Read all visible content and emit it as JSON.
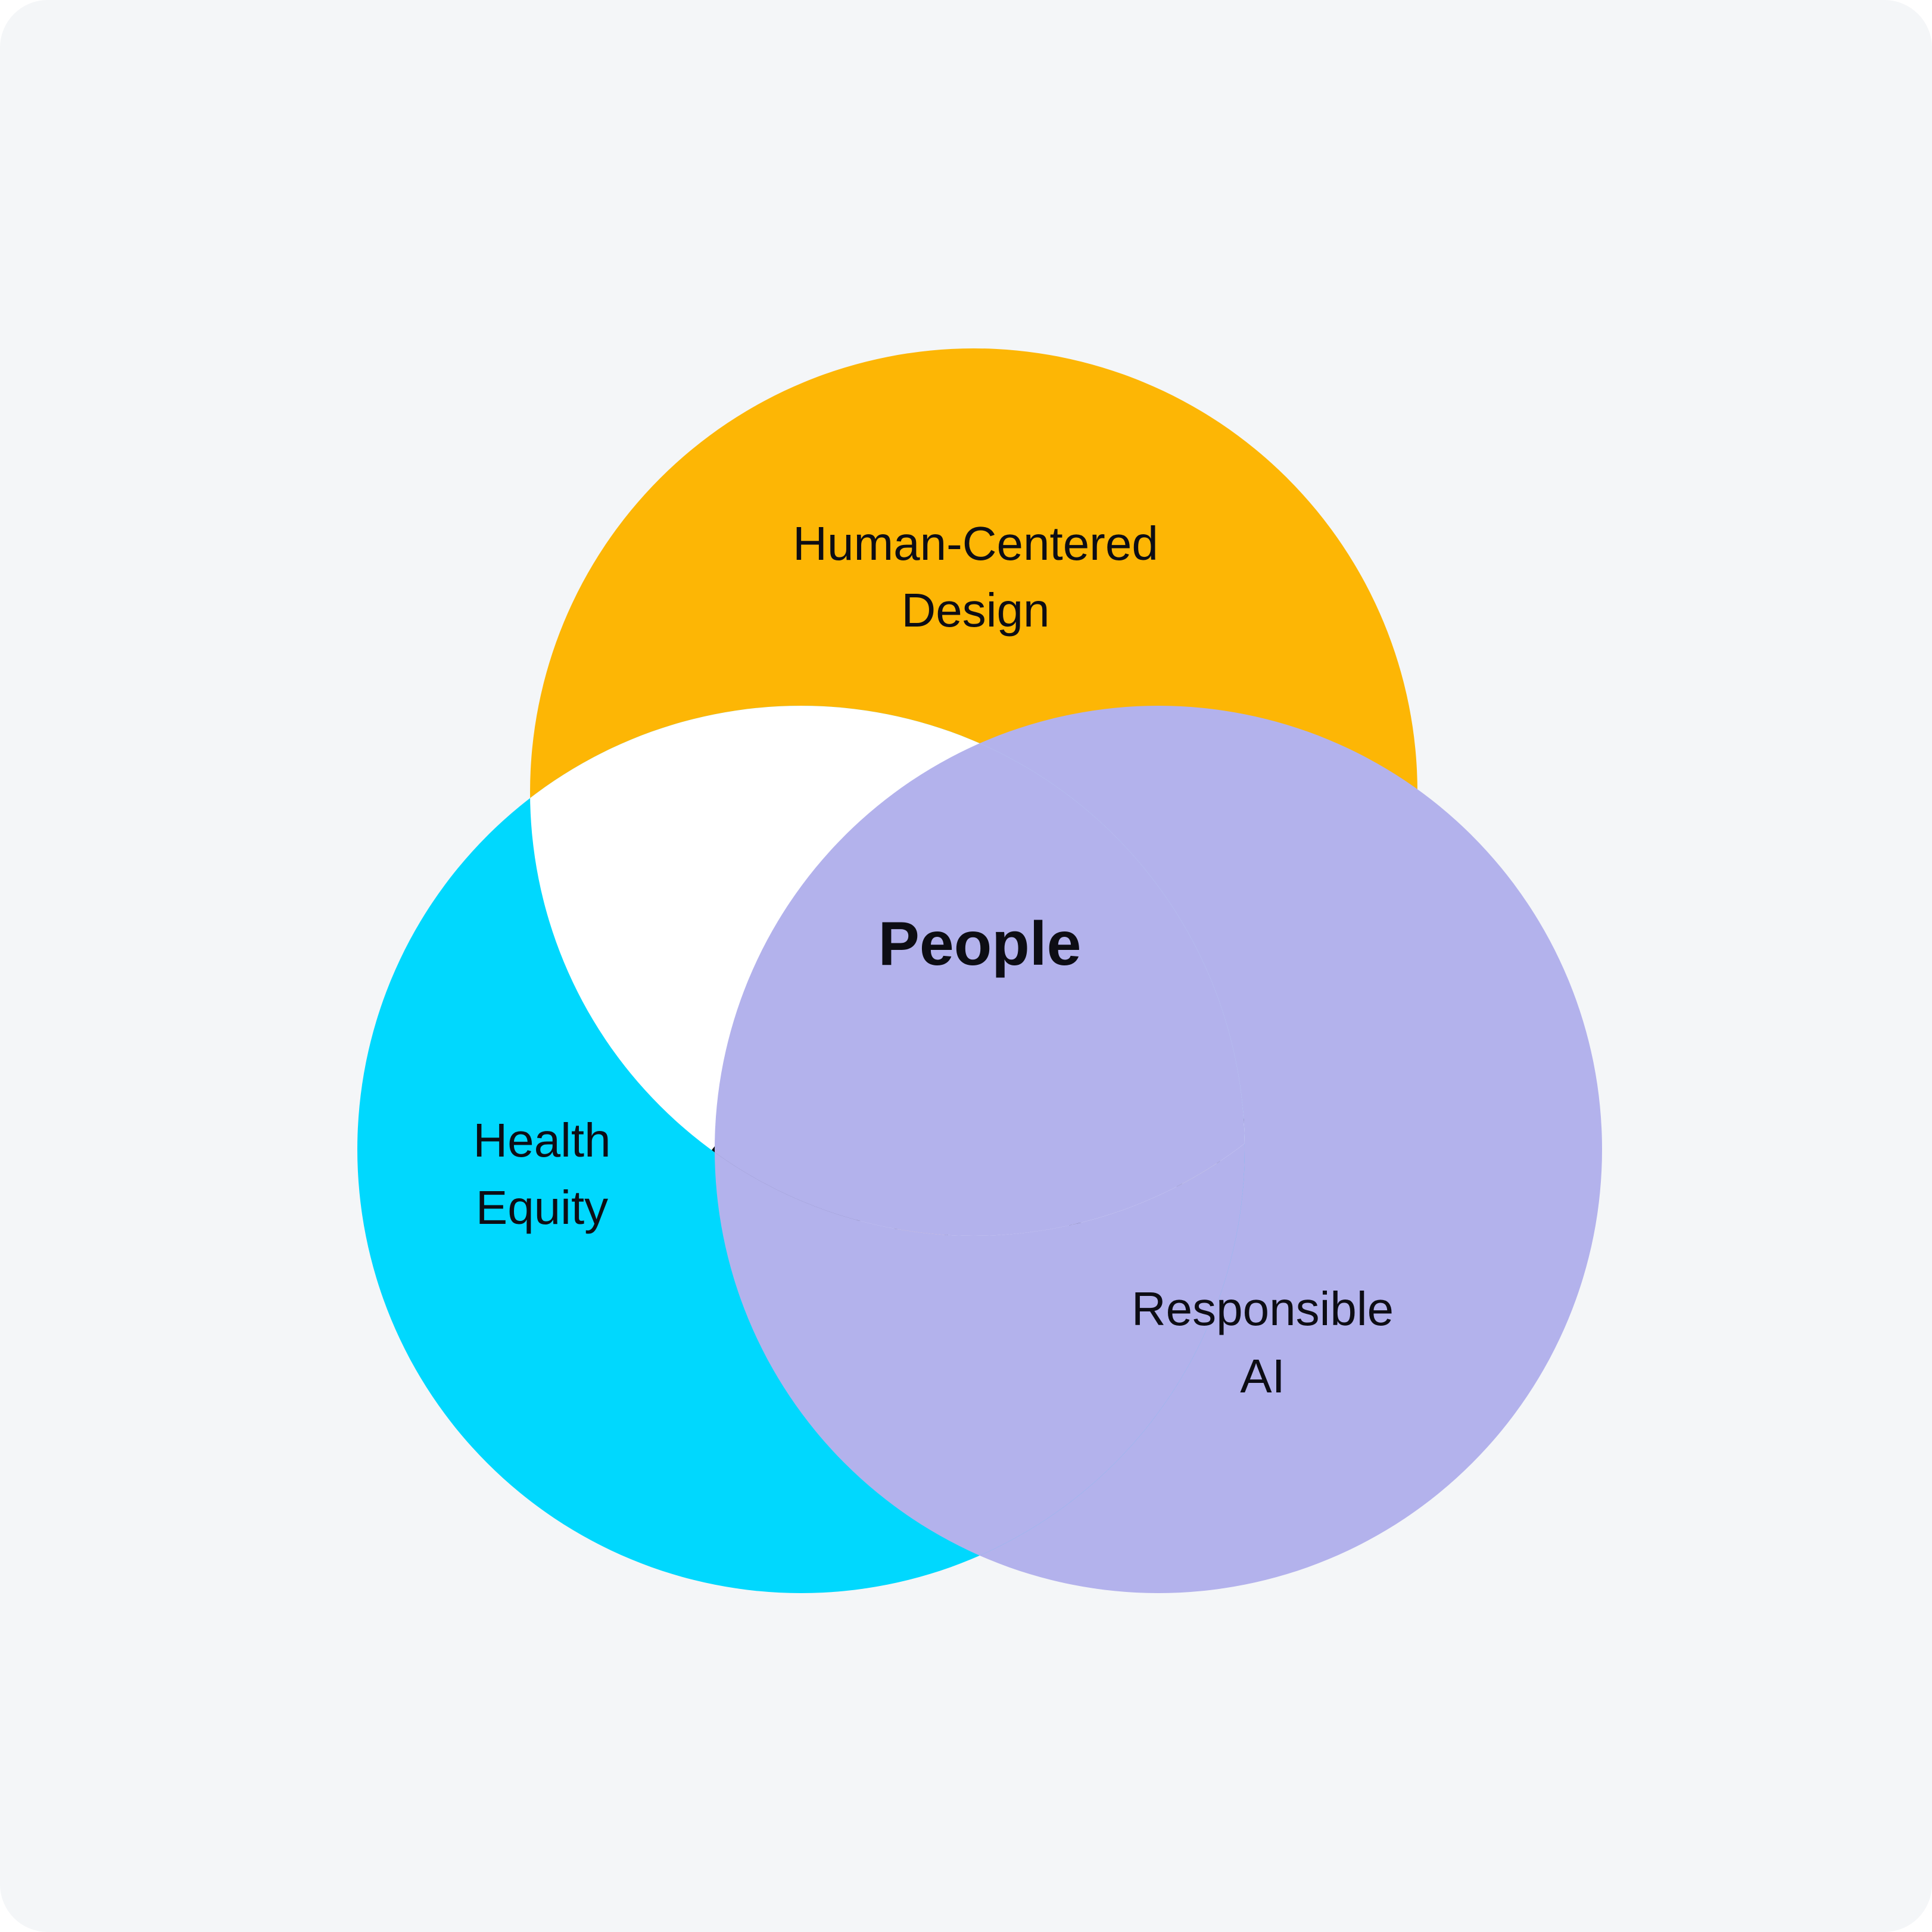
{
  "diagram": {
    "colors": {
      "background": "#f4f6f8",
      "human_centered_design": "#fdb605",
      "health_equity": "#00d8fe",
      "responsible_ai": "#b3b2ec",
      "center": "#ffffff",
      "text": "#0d0d14"
    },
    "circles": [
      {
        "id": "human-centered-design",
        "line1": "Human-Centered",
        "line2": "Design"
      },
      {
        "id": "health-equity",
        "line1": "Health",
        "line2": "Equity"
      },
      {
        "id": "responsible-ai",
        "line1": "Responsible",
        "line2": "AI"
      }
    ],
    "center": {
      "title": "People",
      "illustration": "two-waving-people-illustration"
    }
  }
}
